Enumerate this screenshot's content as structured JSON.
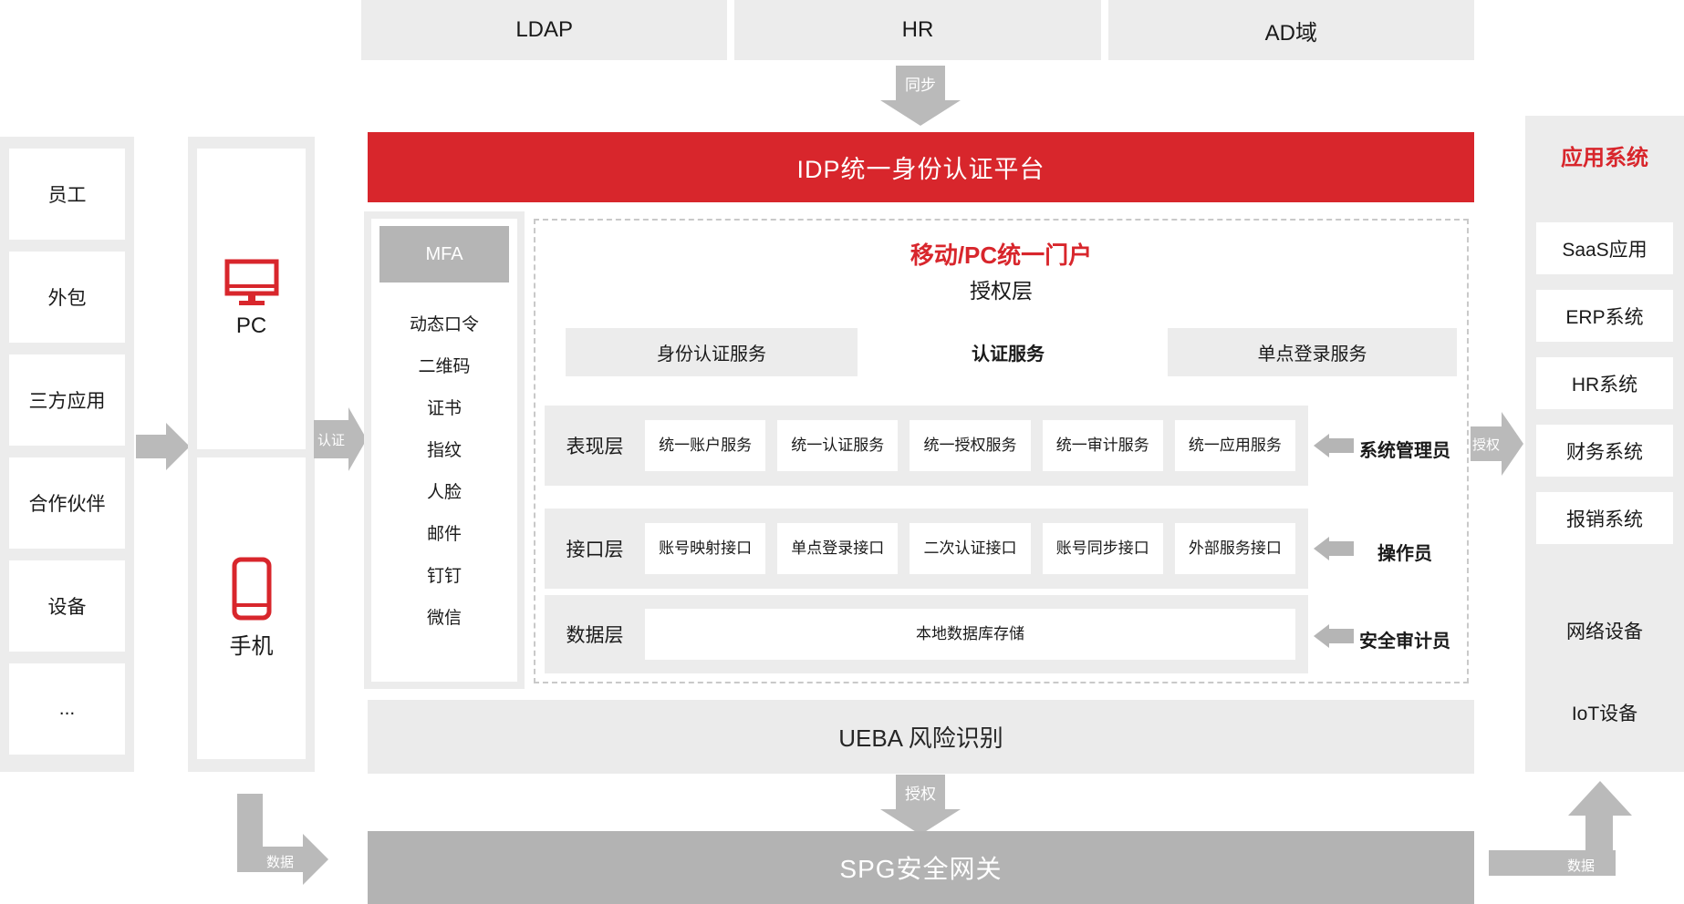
{
  "colors": {
    "accent_red": "#d8262c",
    "panel_gray": "#ececec",
    "ueba_gray": "#ebebeb",
    "bar_gray": "#b3b3b3",
    "header_gray": "#b5b5b5",
    "arrow_gray": "#bababa",
    "dash_border": "#c9c9c9",
    "text_dark": "#1a1a1a"
  },
  "sources": [
    "LDAP",
    "HR",
    "AD域"
  ],
  "arrows": {
    "sync": "同步",
    "authn": "认证",
    "authz_down": "授权",
    "authz_right": "授权",
    "data_left": "数据",
    "data_right": "数据"
  },
  "banner": {
    "title": "IDP统一身份认证平台"
  },
  "identity_panel": {
    "items": [
      "员工",
      "外包",
      "三方应用",
      "合作伙伴",
      "设备",
      "..."
    ]
  },
  "device_panel": {
    "devices": [
      {
        "label": "PC",
        "icon": "monitor-icon"
      },
      {
        "label": "手机",
        "icon": "phone-icon"
      }
    ]
  },
  "mfa": {
    "title": "MFA",
    "items": [
      "动态口令",
      "二维码",
      "证书",
      "指纹",
      "人脸",
      "邮件",
      "钉钉",
      "微信"
    ]
  },
  "portal": {
    "title": "移动/PC统一门户",
    "subtitle": "授权层",
    "services": [
      "身份认证服务",
      "认证服务",
      "单点登录服务"
    ]
  },
  "layers": [
    {
      "name": "表现层",
      "boxes": [
        "统一账户服务",
        "统一认证服务",
        "统一授权服务",
        "统一审计服务",
        "统一应用服务"
      ],
      "role": "系统管理员"
    },
    {
      "name": "接口层",
      "boxes": [
        "账号映射接口",
        "单点登录接口",
        "二次认证接口",
        "账号同步接口",
        "外部服务接口"
      ],
      "role": "操作员"
    },
    {
      "name": "数据层",
      "boxes": [
        "本地数据库存储"
      ],
      "role": "安全审计员"
    }
  ],
  "ueba": {
    "title": "UEBA 风险识别"
  },
  "spg": {
    "title": "SPG安全网关"
  },
  "apps": {
    "title": "应用系统",
    "boxed": [
      "SaaS应用",
      "ERP系统",
      "HR系统",
      "财务系统",
      "报销系统"
    ],
    "plain": [
      "网络设备",
      "IoT设备"
    ]
  }
}
